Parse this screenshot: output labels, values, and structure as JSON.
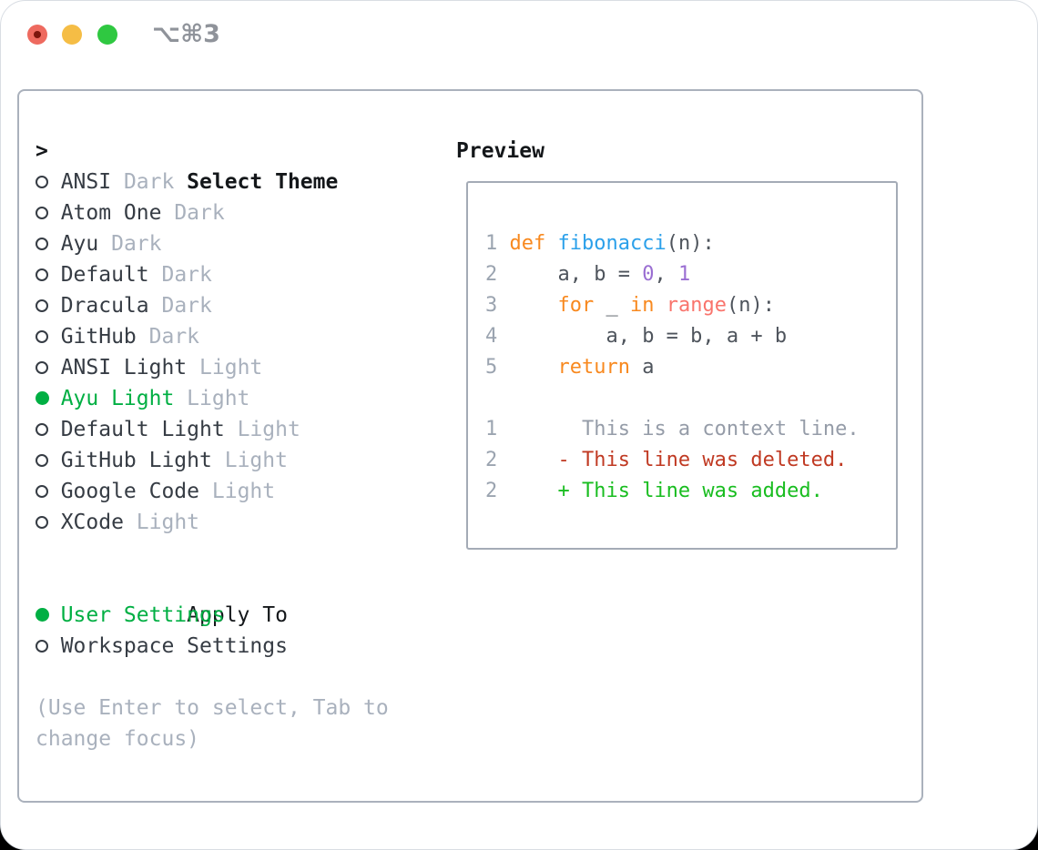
{
  "window": {
    "title": "⌥⌘3"
  },
  "select_theme": {
    "caret": ">",
    "title": "Select Theme",
    "themes": [
      {
        "name": "ANSI",
        "variant": "Dark",
        "selected": false
      },
      {
        "name": "Atom One",
        "variant": "Dark",
        "selected": false
      },
      {
        "name": "Ayu",
        "variant": "Dark",
        "selected": false
      },
      {
        "name": "Default",
        "variant": "Dark",
        "selected": false
      },
      {
        "name": "Dracula",
        "variant": "Dark",
        "selected": false
      },
      {
        "name": "GitHub",
        "variant": "Dark",
        "selected": false
      },
      {
        "name": "ANSI Light",
        "variant": "Light",
        "selected": false
      },
      {
        "name": "Ayu Light",
        "variant": "Light",
        "selected": true
      },
      {
        "name": "Default Light",
        "variant": "Light",
        "selected": false
      },
      {
        "name": "GitHub Light",
        "variant": "Light",
        "selected": false
      },
      {
        "name": "Google Code",
        "variant": "Light",
        "selected": false
      },
      {
        "name": "XCode",
        "variant": "Light",
        "selected": false
      }
    ]
  },
  "apply_to": {
    "title": "Apply To",
    "options": [
      {
        "label": "User Settings",
        "selected": true
      },
      {
        "label": "Workspace Settings",
        "selected": false
      }
    ]
  },
  "help_lines": [
    "(Use Enter to select, Tab to",
    "change focus)"
  ],
  "preview": {
    "title": "Preview",
    "lines": [
      [
        [
          "num",
          "1 "
        ],
        [
          "kw",
          "def"
        ],
        [
          "plain",
          " "
        ],
        [
          "fn",
          "fibonacci"
        ],
        [
          "plain",
          "(n):"
        ]
      ],
      [
        [
          "num",
          "2 "
        ],
        [
          "plain",
          "    a, b = "
        ],
        [
          "lit",
          "0"
        ],
        [
          "plain",
          ", "
        ],
        [
          "lit",
          "1"
        ]
      ],
      [
        [
          "num",
          "3 "
        ],
        [
          "plain",
          "    "
        ],
        [
          "kw",
          "for"
        ],
        [
          "plain",
          " _ "
        ],
        [
          "kw",
          "in"
        ],
        [
          "plain",
          " "
        ],
        [
          "call",
          "range"
        ],
        [
          "plain",
          "(n):"
        ]
      ],
      [
        [
          "num",
          "4 "
        ],
        [
          "plain",
          "        a, b = b, a + b"
        ]
      ],
      [
        [
          "num",
          "5 "
        ],
        [
          "plain",
          "    "
        ],
        [
          "kw",
          "return"
        ],
        [
          "plain",
          " a"
        ]
      ],
      [],
      [
        [
          "num",
          "1 "
        ],
        [
          "ctx",
          "      This is a context line."
        ]
      ],
      [
        [
          "num",
          "2 "
        ],
        [
          "del",
          "    - This line was deleted."
        ]
      ],
      [
        [
          "num",
          "2 "
        ],
        [
          "add",
          "    + This line was added."
        ]
      ]
    ]
  },
  "colors": {
    "selection_green": "#00af43",
    "added_green": "#19bd20",
    "deleted_red": "#c03a23",
    "keyword_orange": "#f8891f",
    "function_blue": "#2ba0ea",
    "literal_purple": "#9a6ed2",
    "call_coral": "#f9746c",
    "code_plain": "#4e545c",
    "line_number_gray": "#9ba4b0",
    "context_gray": "#959ca8",
    "item_text": "#363c44",
    "muted_gray": "#a9b1bd",
    "radio_ring": "#363c44",
    "title_gray": "#8f939a",
    "traffic_red": "#ee6a5f",
    "traffic_red_dot": "#7c150c",
    "traffic_yellow": "#f5bd45",
    "traffic_green": "#2fc841"
  }
}
